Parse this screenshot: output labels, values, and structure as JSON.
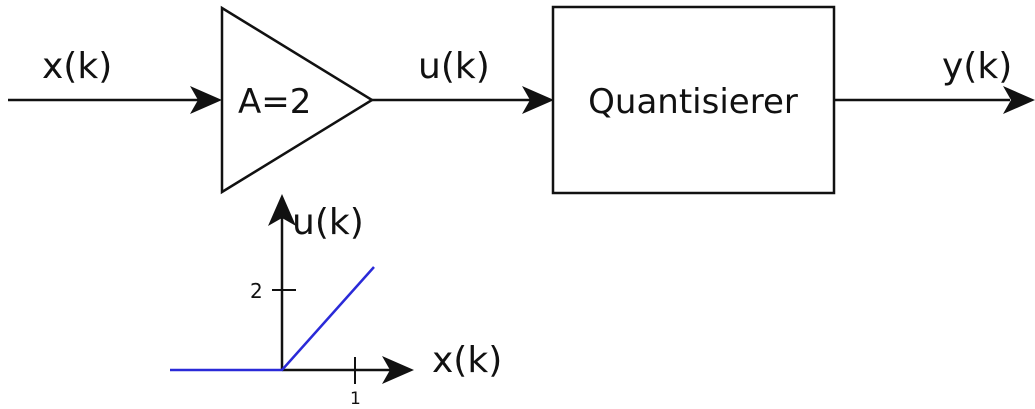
{
  "signals": {
    "input": "x(k)",
    "intermediate": "u(k)",
    "output": "y(k)"
  },
  "amplifier": {
    "label": "A=2"
  },
  "quantizer": {
    "label": "Quantisierer"
  },
  "characteristic_plot": {
    "y_axis_label": "u(k)",
    "x_axis_label": "x(k)",
    "y_tick": "2",
    "x_tick": "1",
    "curve_color": "#2a2ad8"
  }
}
